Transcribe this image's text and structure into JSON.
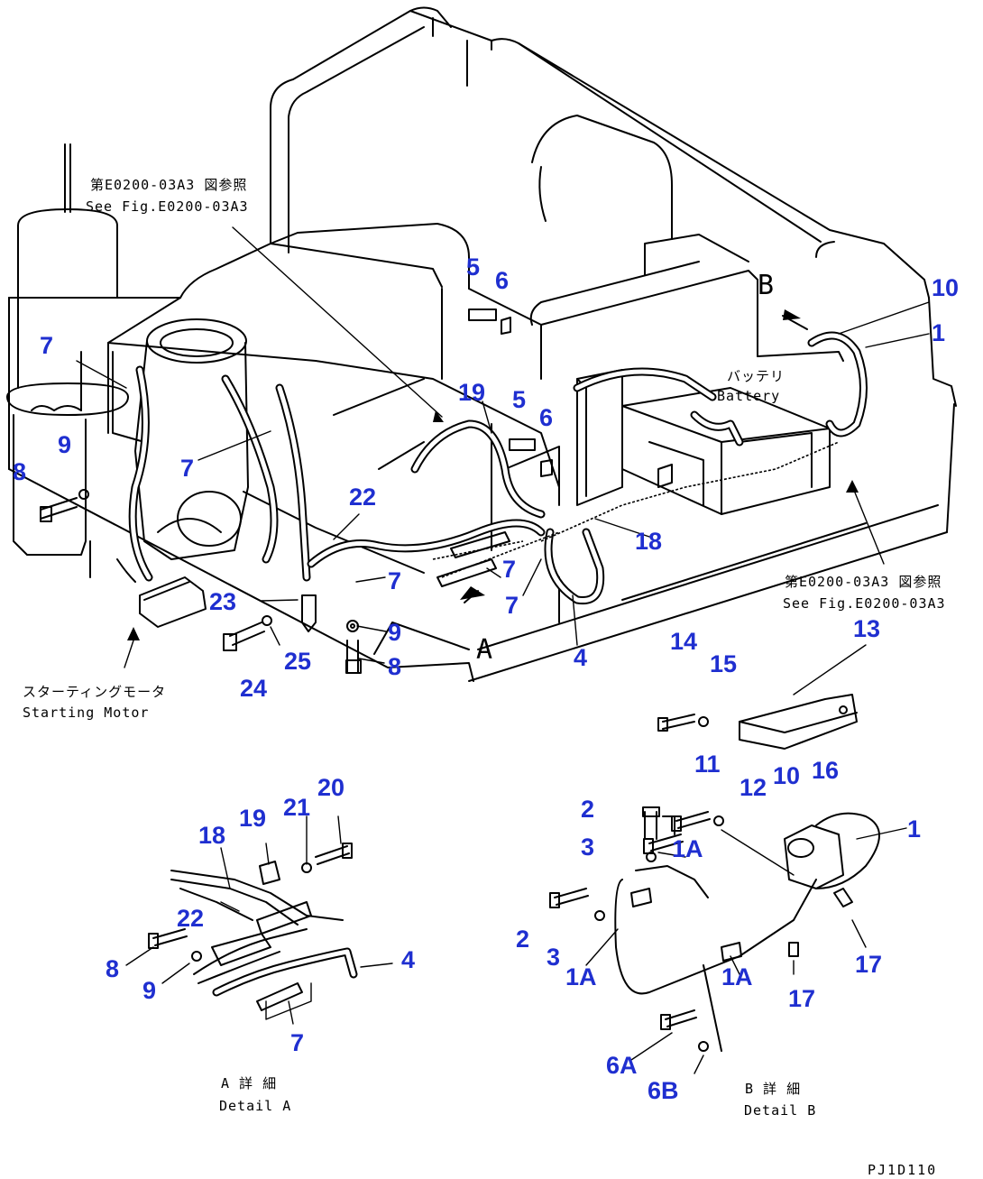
{
  "figure_code": "PJ1D110",
  "callouts": {
    "c1": "1",
    "c1b": "1",
    "c1a_1": "1A",
    "c1a_2": "1A",
    "c1a_3": "1A",
    "c2_1": "2",
    "c2_2": "2",
    "c3_1": "3",
    "c3_2": "3",
    "c4_1": "4",
    "c4_2": "4",
    "c5_1": "5",
    "c5_2": "5",
    "c6_1": "6",
    "c6_2": "6",
    "c6a": "6A",
    "c6b": "6B",
    "c7_1": "7",
    "c7_2": "7",
    "c7_3": "7",
    "c7_4": "7",
    "c7_5": "7",
    "c7_6": "7",
    "c8_1": "8",
    "c8_2": "8",
    "c8_3": "8",
    "c9_1": "9",
    "c9_2": "9",
    "c9_3": "9",
    "c10_1": "10",
    "c10_2": "10",
    "c11": "11",
    "c12": "12",
    "c13": "13",
    "c14": "14",
    "c15": "15",
    "c16": "16",
    "c17_1": "17",
    "c17_2": "17",
    "c18_1": "18",
    "c18_2": "18",
    "c19_1": "19",
    "c19_2": "19",
    "c20": "20",
    "c21": "21",
    "c22_1": "22",
    "c22_2": "22",
    "c23": "23",
    "c24": "24",
    "c25": "25"
  },
  "notes": {
    "ref_top_jp": "第E0200-03A3 図参照",
    "ref_top_en": "See Fig.E0200-03A3",
    "ref_right_jp": "第E0200-03A3 図参照",
    "ref_right_en": "See Fig.E0200-03A3",
    "battery_jp": "バッテリ",
    "battery_en": "Battery",
    "starter_jp": "スターティングモータ",
    "starter_en": "Starting Motor",
    "detail_a_jp": "A 詳 細",
    "detail_a_en": "Detail A",
    "detail_b_jp": "B 詳 細",
    "detail_b_en": "Detail B",
    "view_a": "A",
    "view_b": "B"
  }
}
